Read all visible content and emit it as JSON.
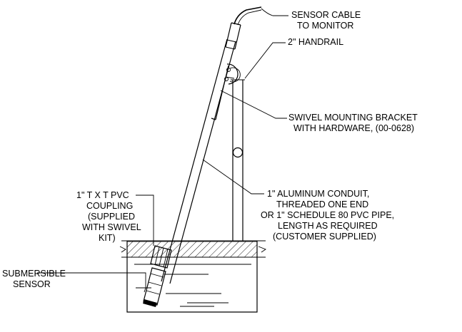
{
  "labels": {
    "sensor_cable": [
      "SENSOR CABLE",
      "TO MONITOR"
    ],
    "handrail": [
      "2\" HANDRAIL"
    ],
    "swivel_bracket": [
      "SWIVEL MOUNTING BRACKET",
      "WITH HARDWARE, (00-0628)"
    ],
    "conduit": [
      "1\" ALUMINUM CONDUIT,",
      "THREADED ONE END",
      "OR 1\" SCHEDULE 80 PVC PIPE,",
      "LENGTH AS REQUIRED",
      "(CUSTOMER SUPPLIED)"
    ],
    "coupling": [
      "1\" T X T PVC",
      "COUPLING",
      "(SUPPLIED",
      "WITH SWIVEL",
      "KIT)"
    ],
    "sensor": [
      "SUBMERSIBLE",
      "SENSOR"
    ]
  }
}
